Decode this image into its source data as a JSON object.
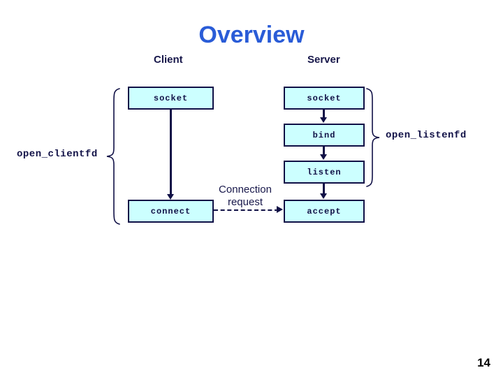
{
  "slide": {
    "title": "Overview",
    "page_number": "14",
    "title_color": "#2A5CD7",
    "box_fill_color": "#CCFFFF",
    "box_border_color": "#101046",
    "text_color": "#101046",
    "background_color": "#FFFFFF"
  },
  "columns": {
    "client_label": "Client",
    "server_label": "Server"
  },
  "client_steps": [
    {
      "label": "socket"
    },
    {
      "label": "connect"
    }
  ],
  "server_steps": [
    {
      "label": "socket"
    },
    {
      "label": "bind"
    },
    {
      "label": "listen"
    },
    {
      "label": "accept"
    }
  ],
  "connection": {
    "line1": "Connection",
    "line2": "request"
  },
  "braces": {
    "client_label": "open_clientfd",
    "server_label": "open_listenfd"
  }
}
